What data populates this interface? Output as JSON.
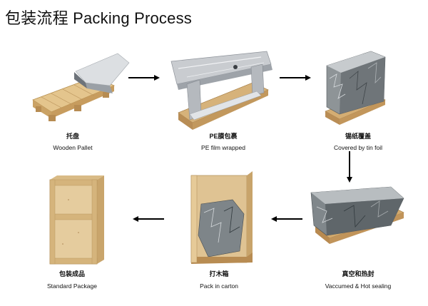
{
  "title": "包装流程 Packing Process",
  "steps": [
    {
      "cn": "托盘",
      "en": "Wooden Pallet",
      "illustration": "wooden-pallet"
    },
    {
      "cn": "PE膜包裹",
      "en": "PE film wrapped",
      "illustration": "pe-film-wrapped-machine"
    },
    {
      "cn": "锡纸覆盖",
      "en": "Covered by tin foil",
      "illustration": "tin-foil-covered-machine"
    },
    {
      "cn": "真空和热封",
      "en": "Vaccumed & Hot sealing",
      "illustration": "vacuum-sealed-machine"
    },
    {
      "cn": "打木箱",
      "en": "Pack in  carton",
      "illustration": "open-wooden-crate"
    },
    {
      "cn": "包装成品",
      "en": "Standard Package",
      "illustration": "closed-wooden-crate"
    }
  ],
  "arrows": [
    {
      "direction": "right",
      "icon": "arrow-right-icon"
    },
    {
      "direction": "right",
      "icon": "arrow-right-icon"
    },
    {
      "direction": "down",
      "icon": "arrow-down-icon"
    },
    {
      "direction": "left",
      "icon": "arrow-left-icon"
    },
    {
      "direction": "left",
      "icon": "arrow-left-icon"
    }
  ]
}
